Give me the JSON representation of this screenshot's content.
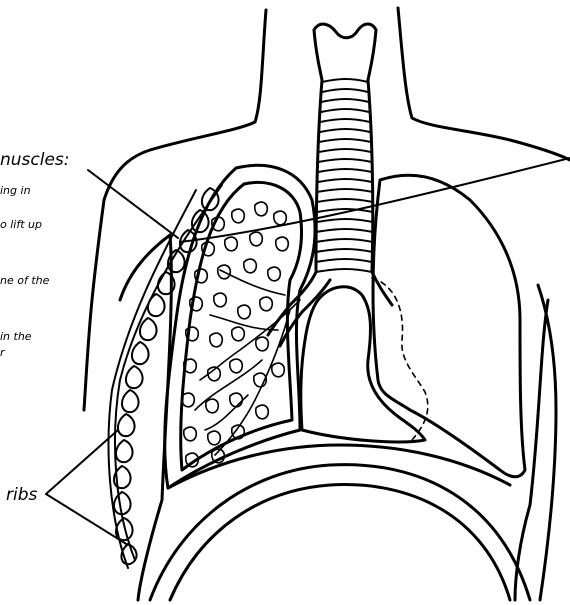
{
  "labels": {
    "muscles_heading": "nuscles:",
    "muscles_note_1": "ing in",
    "muscles_note_2": "o lift up",
    "muscles_note_3": "ne of the",
    "muscles_note_4": "in the",
    "muscles_note_5": "r",
    "ribs": "ribs"
  }
}
